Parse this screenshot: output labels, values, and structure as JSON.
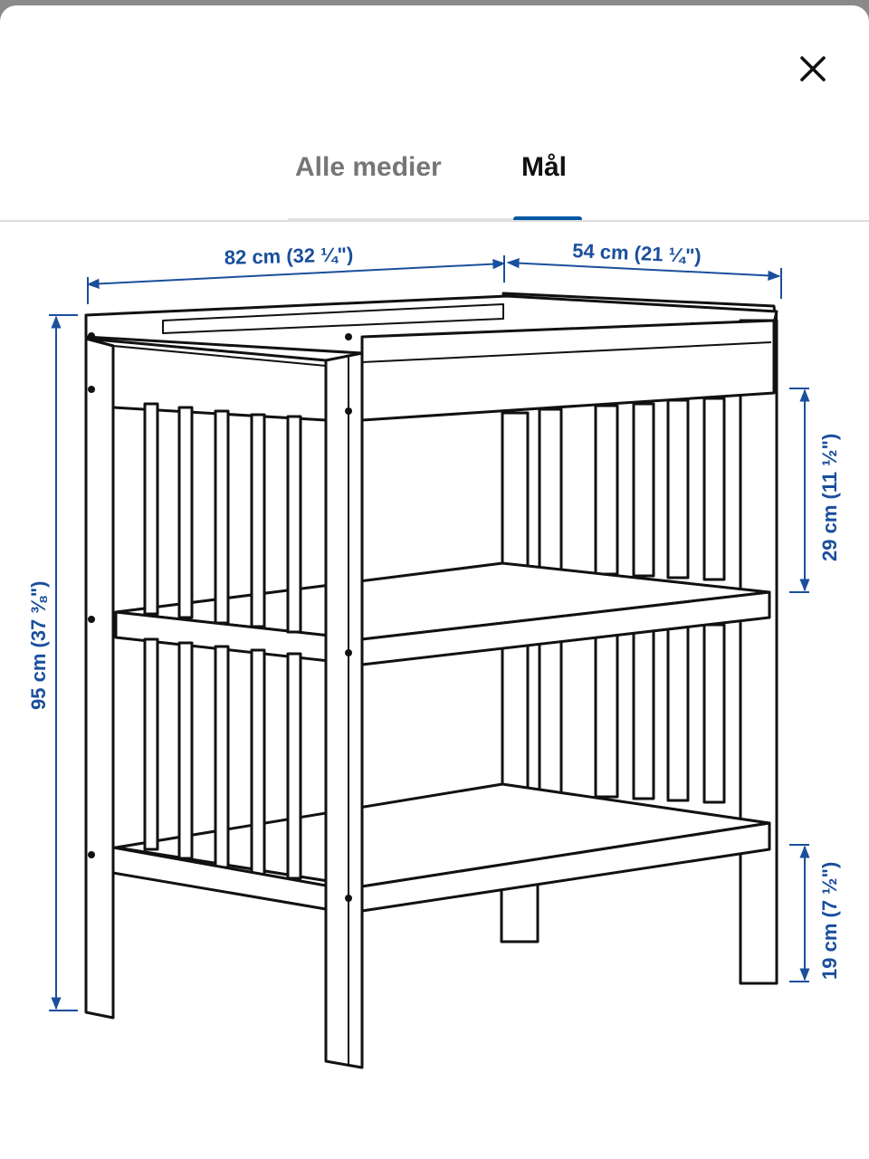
{
  "header": {
    "close_icon": "close-icon"
  },
  "tabs": [
    {
      "label": "Alle medier",
      "selected": false
    },
    {
      "label": "Mål",
      "selected": true
    }
  ],
  "accent_color": "#0058a3",
  "dimensions": {
    "width": "82 cm (32 ¼\")",
    "depth": "54 cm (21 ¼\")",
    "height": "95 cm (37 ⅜\")",
    "shelf_spacing": "29 cm (11 ½\")",
    "floor_clearance": "19 cm (7 ½\")",
    "label_color": "#1a4f9c"
  }
}
